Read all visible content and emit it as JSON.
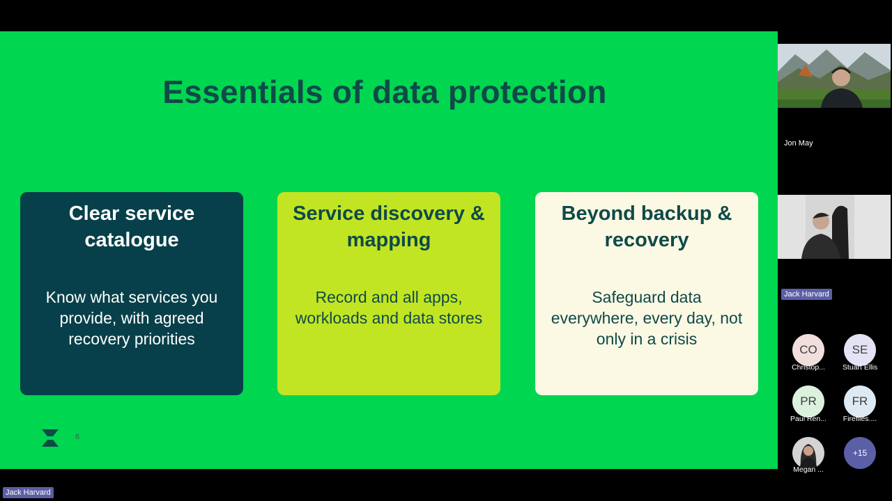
{
  "slide": {
    "title": "Essentials of data protection",
    "cards": [
      {
        "heading": "Clear service catalogue",
        "body": "Know what services you provide, with agreed recovery priorities"
      },
      {
        "heading": "Service discovery & mapping",
        "body": "Record and all apps, workloads and data stores"
      },
      {
        "heading": "Beyond backup & recovery",
        "body": "Safeguard data everywhere, every day, not only in a crisis"
      }
    ],
    "page_number": "6"
  },
  "presenter_label": "Jack Harvard",
  "participants": {
    "videos": [
      {
        "name": "Jon May"
      },
      {
        "name": "Jack Harvard"
      }
    ],
    "avatars": [
      {
        "initials": "CO",
        "name": "Christop...",
        "color": "#f2dedd"
      },
      {
        "initials": "SE",
        "name": "Stuart Ellis",
        "color": "#e4e3f5"
      },
      {
        "initials": "PR",
        "name": "Paul Ren...",
        "color": "#dcf0de"
      },
      {
        "initials": "FR",
        "name": "Fireflies....",
        "color": "#dde9f3"
      },
      {
        "initials": "",
        "name": "Megan ...",
        "color": "#cfcfcf"
      },
      {
        "initials": "+15",
        "name": "",
        "color": "#5b5fa6"
      }
    ]
  }
}
